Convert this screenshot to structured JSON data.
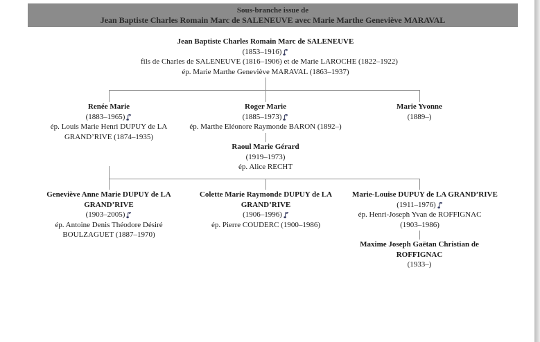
{
  "header": {
    "line1": "Sous-branche issue de",
    "line2": "Jean Baptiste Charles Romain Marc de SALENEUVE avec Marie Marthe Geneviève MARAVAL"
  },
  "colors": {
    "banner_bg": "#8b8b8b",
    "banner_text": "#2b2b2b",
    "connector_line": "#8f8f8f",
    "note_icon": "#3a3f63",
    "text": "#1a1a1a"
  },
  "tree": {
    "nodes": {
      "root": {
        "name": "Jean Baptiste Charles Romain Marc de SALENEUVE",
        "dates": "(1853–1916)",
        "has_note_icon": true,
        "parents_line": "fils de Charles de SALENEUVE (1816–1906) et de Marie LAROCHE (1822–1922)",
        "spouse_line": "ép. Marie Marthe Geneviève MARAVAL (1863–1937)"
      },
      "renee": {
        "name": "Renée Marie",
        "dates": "(1883–1965)",
        "has_note_icon": true,
        "spouse_line": "ép. Louis Marie Henri DUPUY de LA GRAND’RIVE (1874–1935)"
      },
      "roger": {
        "name": "Roger Marie",
        "dates": "(1885–1973)",
        "has_note_icon": true,
        "spouse_line": "ép. Marthe Eléonore Raymonde BARON (1892–)"
      },
      "marie_yvonne": {
        "name": "Marie Yvonne",
        "dates": "(1889–)",
        "has_note_icon": false
      },
      "raoul": {
        "name": "Raoul Marie Gérard",
        "dates": "(1919–1973)",
        "has_note_icon": false,
        "spouse_line": "ép. Alice RECHT"
      },
      "genevieve": {
        "name": "Geneviève Anne Marie DUPUY de LA GRAND’RIVE",
        "dates": "(1903–2005)",
        "has_note_icon": true,
        "spouse_line": "ép. Antoine Denis Théodore Désiré BOULZAGUET (1887–1970)"
      },
      "colette": {
        "name": "Colette Marie Raymonde DUPUY de LA GRAND’RIVE",
        "dates": "(1906–1996)",
        "has_note_icon": true,
        "spouse_line": "ép. Pierre COUDERC (1900–1986)"
      },
      "marie_louise": {
        "name": "Marie-Louise DUPUY de LA GRAND’RIVE",
        "dates": "(1911–1976)",
        "has_note_icon": true,
        "spouse_line": "ép. Henri-Joseph Yvan de ROFFIGNAC (1903–1986)"
      },
      "maxime": {
        "name": "Maxime Joseph Gaëtan Christian de ROFFIGNAC",
        "dates": "(1933–)",
        "has_note_icon": false
      }
    }
  }
}
